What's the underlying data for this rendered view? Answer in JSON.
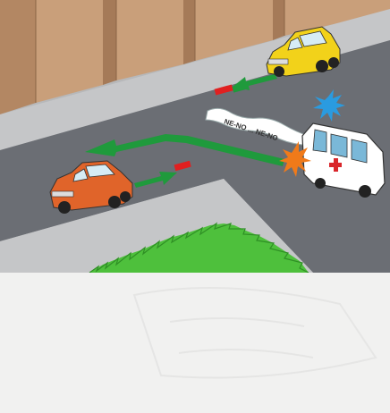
{
  "scene": {
    "siren_sound": "NE-NO ... NE-NO",
    "vehicles": [
      {
        "name": "yellow-car",
        "color": "#f2d21a"
      },
      {
        "name": "orange-car",
        "color": "#e0642a"
      },
      {
        "name": "ambulance",
        "color": "#ffffff",
        "cross_color": "#d9262b",
        "beacon_color": "#2a9be0"
      }
    ],
    "colors": {
      "road": "#6b6e74",
      "sidewalk": "#c5c6c8",
      "grass": "#4ec03c",
      "building": "#c99f7a",
      "path_arrow": "#1f9a3c",
      "stop_line_red": "#e02020",
      "crash_flash": "#f07a1a"
    }
  }
}
